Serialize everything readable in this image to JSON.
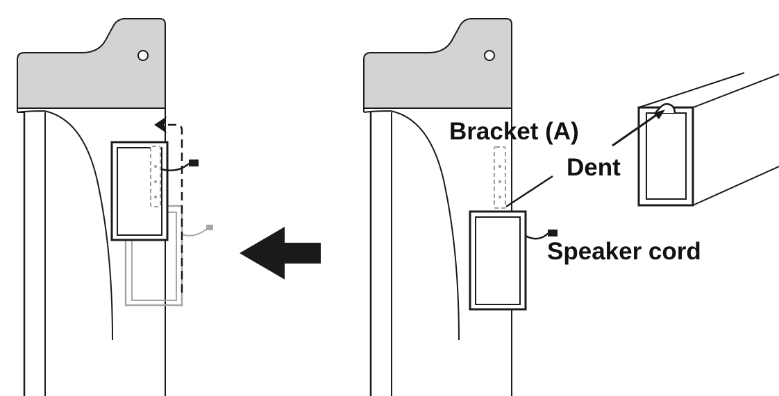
{
  "labels": {
    "bracket": "Bracket (A)",
    "dent": "Dent",
    "speaker_cord": "Speaker cord"
  },
  "colors": {
    "line": "#1a1a1a",
    "gray_panel": "#d3d3d3",
    "faded": "#a6a6a6"
  }
}
